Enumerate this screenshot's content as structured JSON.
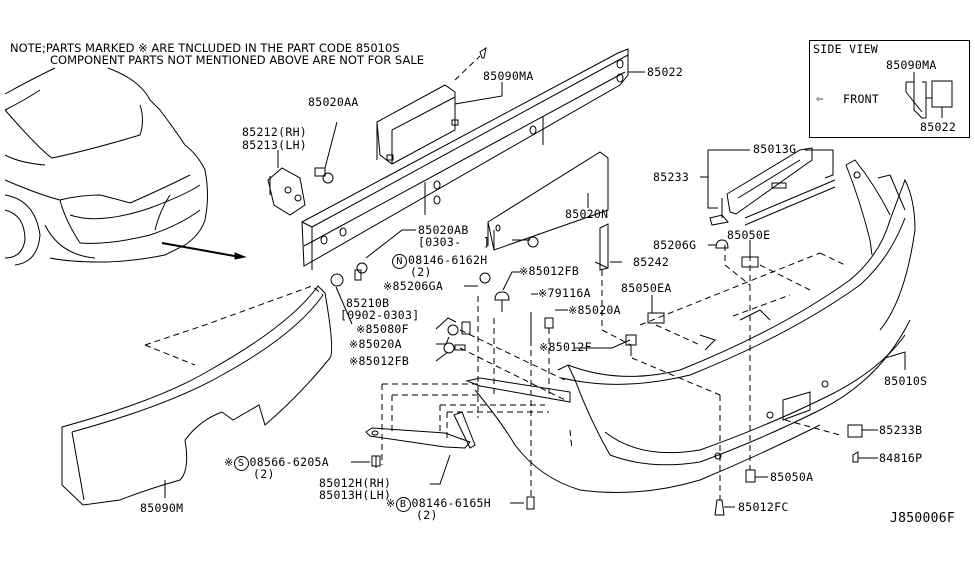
{
  "diagram": {
    "note": {
      "line1": "NOTE;PARTS MARKED ※ ARE TNCLUDED IN THE PART CODE 85010S",
      "line2": "COMPONENT PARTS NOT MENTIONED ABOVE ARE NOT FOR SALE"
    },
    "side_view": {
      "title": "SIDE VIEW",
      "front_label": "FRONT",
      "front_icon": "arrow-left-outline-icon",
      "part_top": "85090MA",
      "part_bottom": "85022"
    },
    "diagram_id": "J850006F",
    "callouts": {
      "p85022": "85022",
      "p85090MA": "85090MA",
      "p85020AA": "85020AA",
      "p85212": "85212(RH)",
      "p85213": "85213(LH)",
      "p85020N": "85020N",
      "p85020AB": "85020AB",
      "p85020AB_range": "[0303-   ]",
      "p08146_6162H": "08146-6162H",
      "p08146_6162H_circle": "N",
      "p08146_6162H_qty": "(2)",
      "p85210B": "85210B",
      "p85210B_range": "[0902-0303]",
      "p85206GA": "85206GA",
      "p85080F": "85080F",
      "p85020A_left": "85020A",
      "p85012FB_left": "85012FB",
      "p85012FB_top": "85012FB",
      "p79116A": "79116A",
      "p85020A_mid": "85020A",
      "p85012F": "85012F",
      "p85242": "85242",
      "p85050EA": "85050EA",
      "p85233": "85233",
      "p85013G": "85013G",
      "p85206G": "85206G",
      "p85050E": "85050E",
      "p85010S": "85010S",
      "p85233B": "85233B",
      "p84816P": "84816P",
      "p85050A": "85050A",
      "p85012FC": "85012FC",
      "p08566_6205A": "08566-6205A",
      "p08566_6205A_circle": "S",
      "p08566_6205A_qty": "(2)",
      "p85012H": "85012H(RH)",
      "p85013H": "85013H(LH)",
      "p08146_6165H": "08146-6165H",
      "p08146_6165H_circle": "B",
      "p08146_6165H_qty": "(2)",
      "p85090M": "85090M",
      "mark": "※"
    }
  }
}
